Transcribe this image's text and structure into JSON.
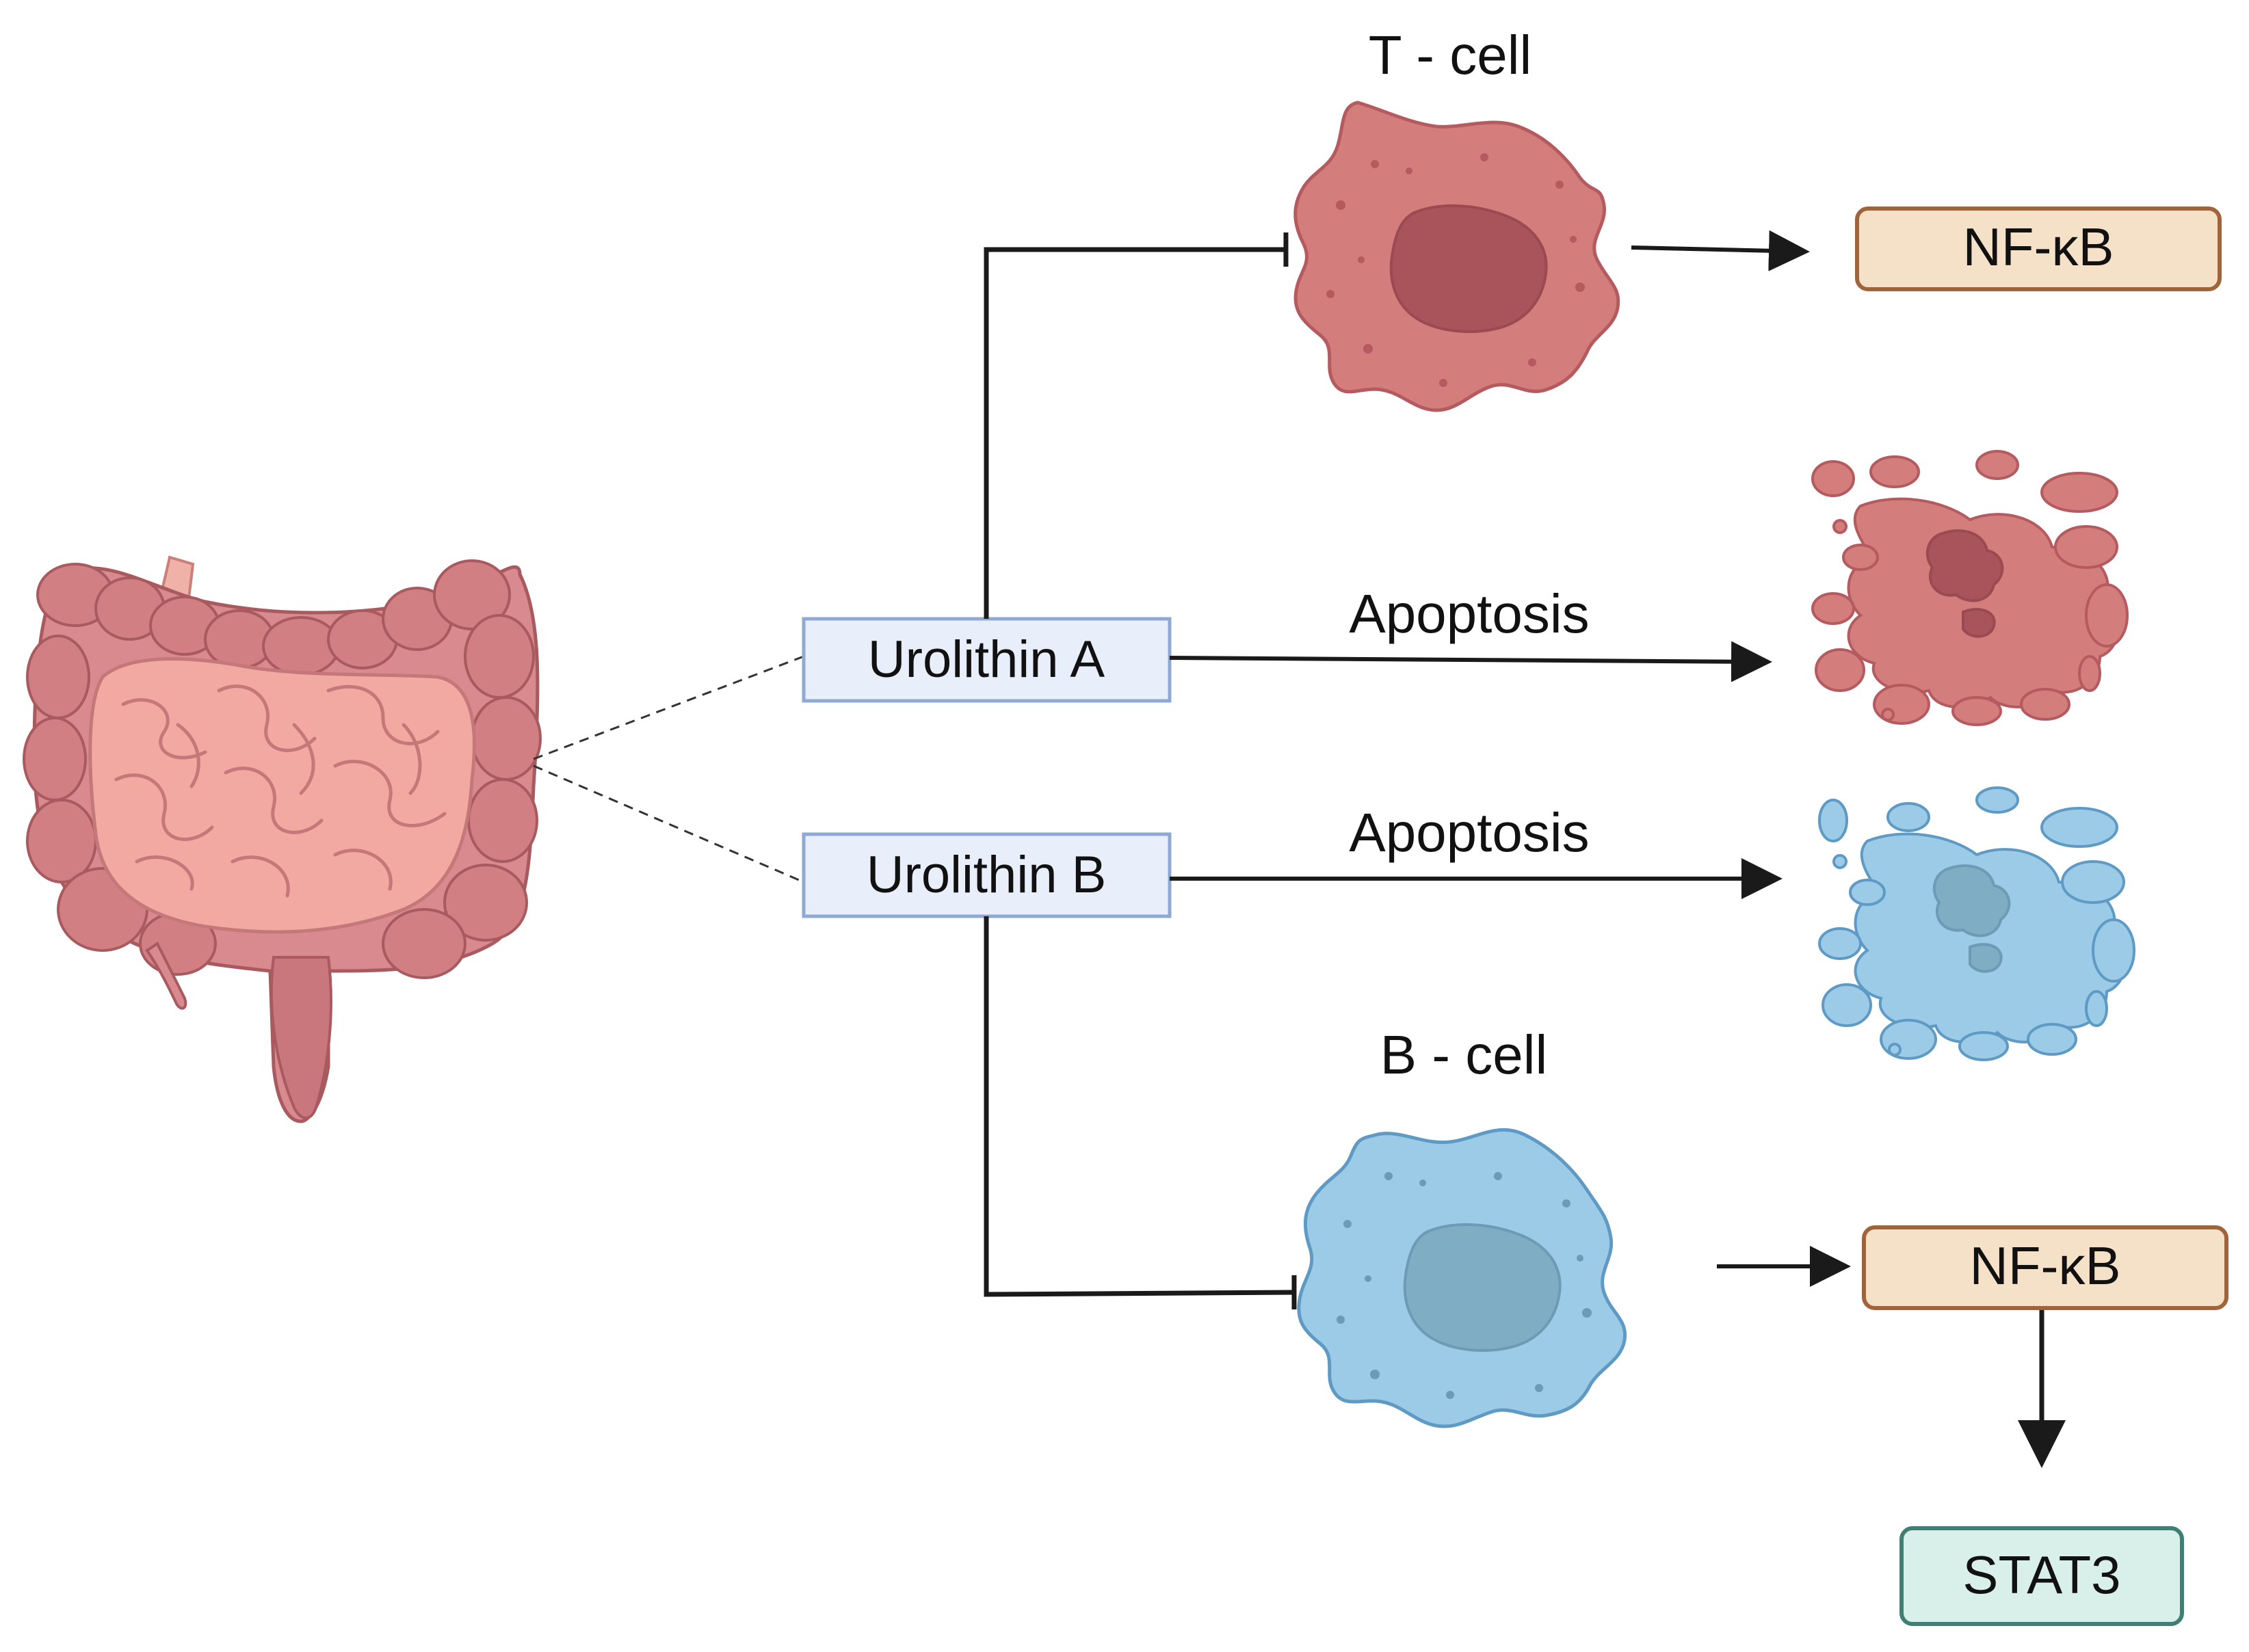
{
  "labels": {
    "t_cell": "T - cell",
    "b_cell": "B - cell",
    "apoptosis_a": "Apoptosis",
    "apoptosis_b": "Apoptosis"
  },
  "boxes": {
    "urolithin_a": "Urolithin A",
    "urolithin_b": "Urolithin B",
    "nfkb_top": "NF-κB",
    "nfkb_bottom": "NF-κB",
    "stat3": "STAT3"
  },
  "icons": {
    "intestine": "intestine-icon",
    "t_cell": "t-cell-icon",
    "b_cell": "b-cell-icon",
    "apoptotic_t_cell": "apoptotic-t-cell-icon",
    "apoptotic_b_cell": "apoptotic-b-cell-icon"
  },
  "colors": {
    "t_cell_fill": "#d47d7d",
    "t_cell_stroke": "#b55a5f",
    "t_cell_nucleus": "#a8545a",
    "b_cell_fill": "#9ccbe8",
    "b_cell_stroke": "#5e9ac4",
    "b_cell_nucleus": "#7fadc4",
    "urolithin_box_fill": "#e8effa",
    "urolithin_box_stroke": "#8fa9d6",
    "nfkb_box_fill": "#f5e0c8",
    "nfkb_box_stroke": "#a0643a",
    "stat3_box_fill": "#d9efe9",
    "stat3_box_stroke": "#3f7f74",
    "colon_fill": "#d98a8e",
    "small_intestine_fill": "#f2a9a1"
  }
}
